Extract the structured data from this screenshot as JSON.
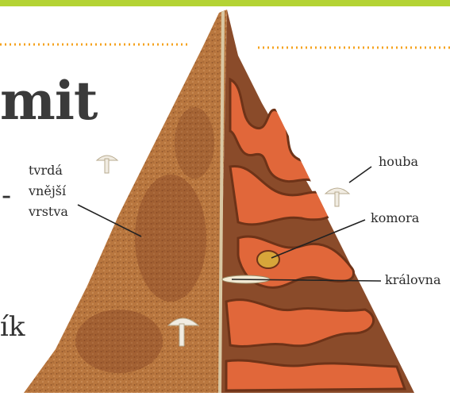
{
  "heading": "mit",
  "fragments": {
    "left_mark": "-",
    "left_word_end": "ík"
  },
  "labels": {
    "tvrda": [
      "tvrdá",
      "vnější",
      "vrstva"
    ],
    "houba": "houba",
    "komora": "komora",
    "kralovna": "královna"
  },
  "colors": {
    "border_green": "#b4d334",
    "dotted_orange": "#f5a21c",
    "outer_crust": "#b5713e",
    "inner_chamber": "#e1673a"
  }
}
